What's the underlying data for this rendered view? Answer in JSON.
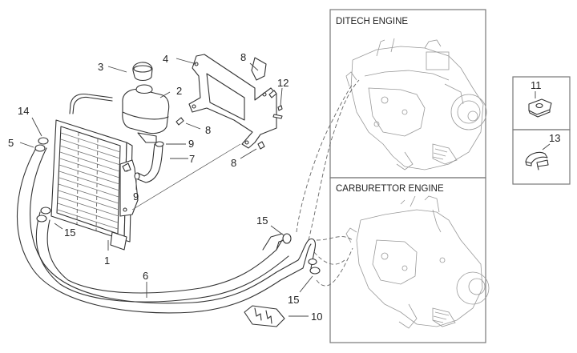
{
  "diagram": {
    "type": "exploded-parts-diagram",
    "subject": "Scooter engine cooling system",
    "panels": [
      {
        "id": "ditech",
        "title": "DITECH ENGINE"
      },
      {
        "id": "carburettor",
        "title": "CARBURETTOR ENGINE"
      }
    ],
    "detail_boxes": [
      {
        "part": "11",
        "label": "11"
      },
      {
        "part": "13",
        "label": "13"
      }
    ],
    "callouts": [
      {
        "label": "1",
        "part": "radiator"
      },
      {
        "label": "2",
        "part": "expansion-tank"
      },
      {
        "label": "3",
        "part": "tank-cap"
      },
      {
        "label": "4",
        "part": "mounting-bracket"
      },
      {
        "label": "5",
        "part": "hose-left"
      },
      {
        "label": "6",
        "part": "hose-main"
      },
      {
        "label": "7",
        "part": "tank-hose"
      },
      {
        "label": "8",
        "part": "screw-bracket-top"
      },
      {
        "label": "8",
        "part": "screw-tank"
      },
      {
        "label": "8",
        "part": "screw-bracket-bottom"
      },
      {
        "label": "9",
        "part": "clamp-tank"
      },
      {
        "label": "9",
        "part": "clamp-radiator"
      },
      {
        "label": "10",
        "part": "hose-clip"
      },
      {
        "label": "12",
        "part": "bracket-pin"
      },
      {
        "label": "14",
        "part": "clamp-radiator-top"
      },
      {
        "label": "15",
        "part": "clamp-radiator-bottom"
      },
      {
        "label": "15",
        "part": "clamp-engine-upper"
      },
      {
        "label": "15",
        "part": "clamp-engine-lower"
      }
    ]
  }
}
